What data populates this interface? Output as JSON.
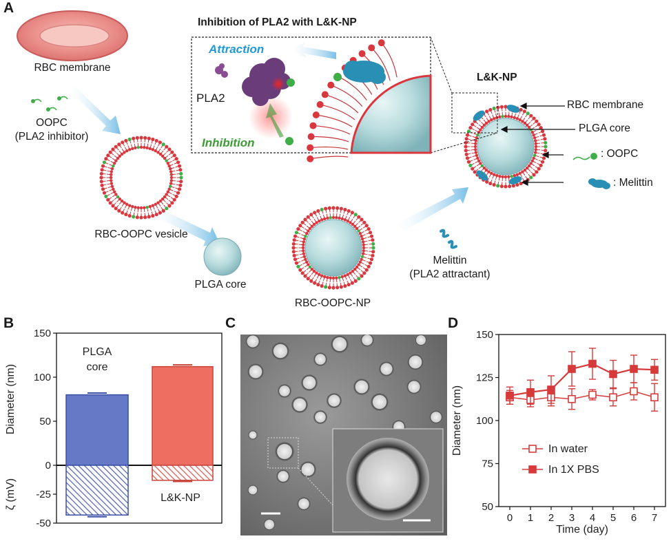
{
  "panels": {
    "a": "A",
    "b": "B",
    "c": "C",
    "d": "D"
  },
  "schematic": {
    "rbc_membrane": "RBC membrane",
    "oopc_line1": "OOPC",
    "oopc_line2": "(PLA2 inhibitor)",
    "vesicle": "RBC-OOPC vesicle",
    "plga_core": "PLGA core",
    "rbc_oopc_np": "RBC-OOPC-NP",
    "melittin_line1": "Melittin",
    "melittin_line2": "(PLA2 attractant)",
    "inset_title": "Inhibition of PLA2 with L&K-NP",
    "attraction": "Attraction",
    "inhibition": "Inhibition",
    "pla2": "PLA2",
    "lk_np": "L&K-NP",
    "legend_rbc": "RBC membrane",
    "legend_plga": "PLGA core",
    "legend_oopc": ": OOPC",
    "legend_melittin": ": Melittin"
  },
  "colors": {
    "membrane": "#c8343a",
    "head": "#d9363e",
    "oopc": "#3fae49",
    "melittin": "#2a8fb5",
    "core": "#9ccbd0",
    "attraction": "#1f9ad6",
    "inhibition": "#3d9b35",
    "red_series": "#d63a3a",
    "blue_bar": "#6679c6",
    "red_bar": "#ee6e62"
  },
  "chart_b": {
    "type": "bar",
    "categories": [
      "PLGA core",
      "L&K-NP"
    ],
    "cat_label_1a": "PLGA",
    "cat_label_1b": "core",
    "cat_label_2": "L&K-NP",
    "diameter": [
      80,
      112
    ],
    "diameter_err": [
      2,
      2
    ],
    "zeta": [
      -43,
      -13
    ],
    "zeta_err": [
      1.5,
      1
    ],
    "ylabel_top": "Diameter (nm)",
    "ylabel_bottom": "ζ (mV)",
    "top_ticks": [
      "150",
      "100",
      "50",
      "0"
    ],
    "bottom_ticks": [
      "-25",
      "-50"
    ]
  },
  "chart_d": {
    "type": "line",
    "x": [
      0,
      1,
      2,
      3,
      4,
      5,
      6,
      7
    ],
    "xlabel": "Time (day)",
    "ylabel": "Diameter (nm)",
    "ylim": [
      50,
      150
    ],
    "yticks": [
      50,
      75,
      100,
      125,
      150
    ],
    "series": [
      {
        "name": "In water",
        "values": [
          113.5,
          112,
          113.5,
          112.5,
          115,
          113.5,
          117,
          113.5
        ],
        "err": [
          4,
          4,
          5,
          6,
          3,
          5,
          5,
          8
        ]
      },
      {
        "name": "In 1X PBS",
        "values": [
          114.5,
          116.5,
          118,
          130,
          133,
          127,
          130,
          129.5
        ],
        "err": [
          5,
          7,
          8,
          10,
          9,
          8,
          8,
          6
        ]
      }
    ]
  }
}
